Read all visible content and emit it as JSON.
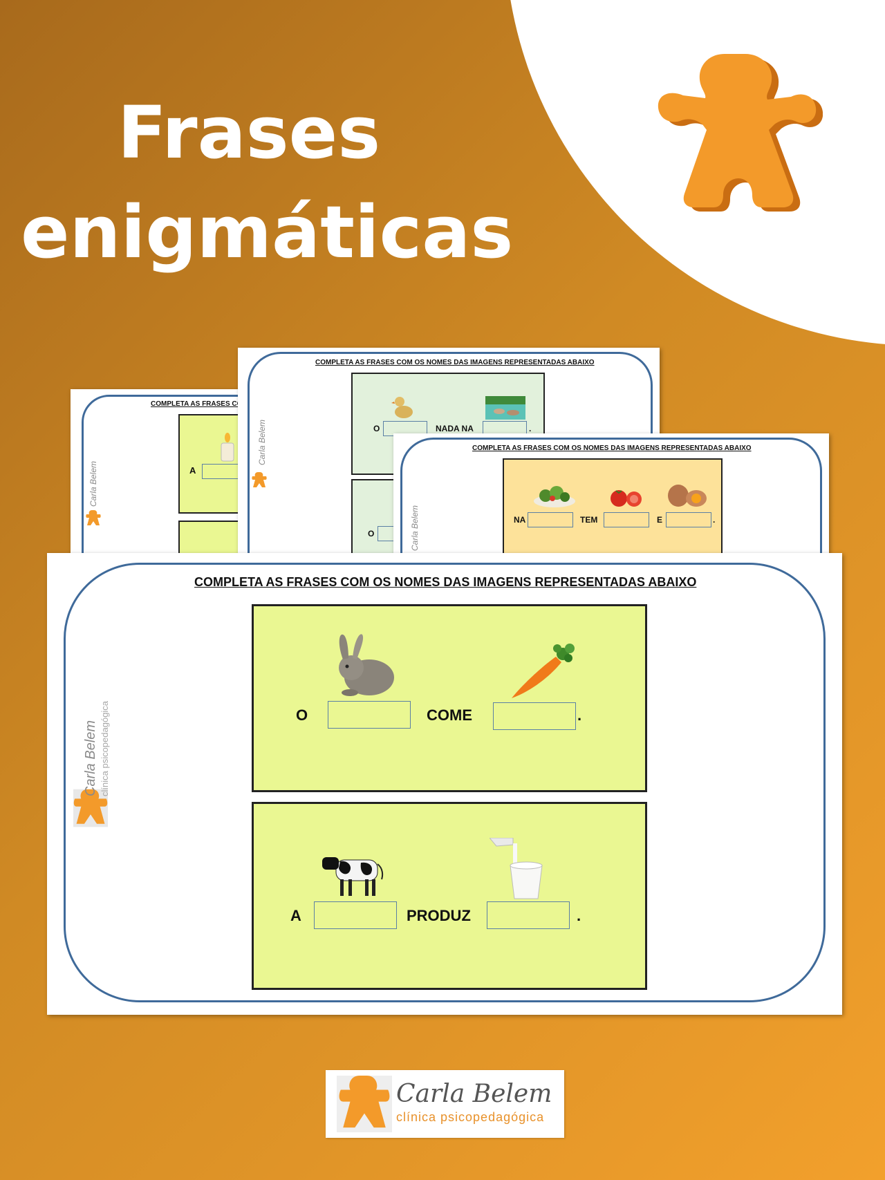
{
  "cover": {
    "title_line1": "Frases",
    "title_line2": "enigmáticas"
  },
  "worksheet_title": "COMPLETA AS FRASES COM OS NOMES DAS IMAGENS REPRESENTADAS ABAIXO",
  "worksheet_title_truncated": "COMPLETA AS FRASES CO",
  "side_brand": {
    "name": "Carla Belem",
    "sub": "clínica psicopedagógica"
  },
  "sheet_left": {
    "sentence1": {
      "w1": "A"
    }
  },
  "sheet_middle": {
    "sentence1": {
      "w1": "O",
      "w2": "NADA NA",
      "end": "."
    },
    "sentence2": {
      "w1": "O"
    }
  },
  "sheet_right": {
    "sentence1": {
      "w1": "NA",
      "w2": "TEM",
      "w3": "E",
      "end": "."
    }
  },
  "sheet_main": {
    "sentence1": {
      "w1": "O",
      "w2": "COME",
      "end": "."
    },
    "sentence2": {
      "w1": "A",
      "w2": "PRODUZ",
      "end": "."
    }
  },
  "footer_logo": {
    "name": "Carla Belem",
    "sub": "clínica psicopedagógica"
  },
  "colors": {
    "orange": "#f39a2a",
    "panel_green": "#eaf792",
    "panel_mint": "#e2f1dc",
    "panel_yellow": "#fde29a",
    "frame_blue": "#3f6a9a"
  },
  "icons": [
    "puzzle-person-icon",
    "candle-icon",
    "duck-icon",
    "water-icon",
    "salad-icon",
    "tomato-icon",
    "egg-icon",
    "rabbit-icon",
    "carrot-icon",
    "cow-icon",
    "milk-icon"
  ]
}
